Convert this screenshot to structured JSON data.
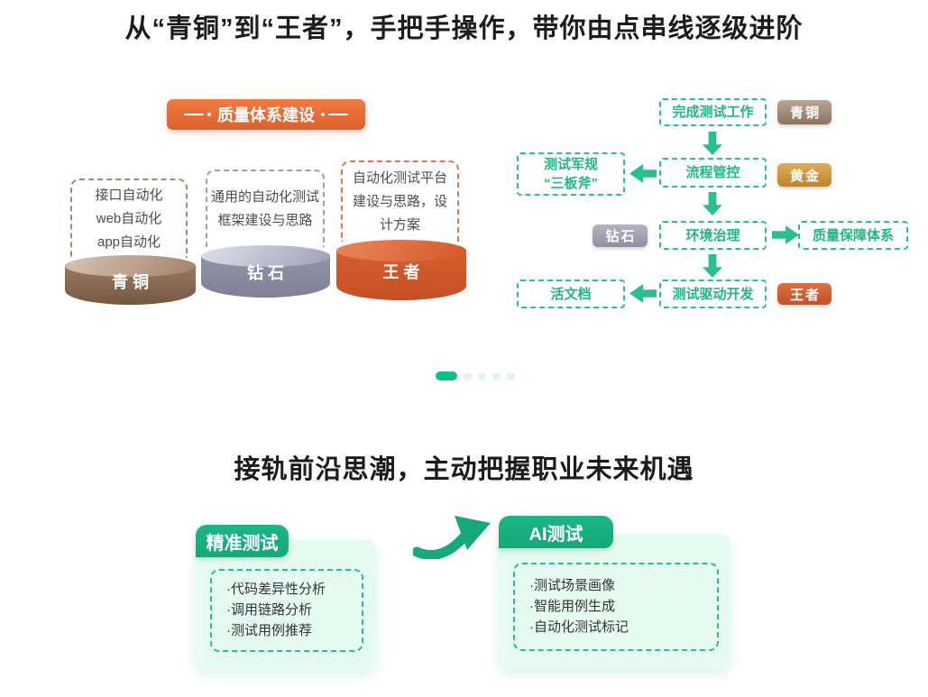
{
  "section1": {
    "title": "从“青铜”到“王者”，手把手操作，带你由点串线逐级进阶",
    "ribbon": {
      "label": "质量体系建设"
    },
    "tiers": [
      {
        "name": "青铜",
        "lines": [
          "接口自动化",
          "web自动化",
          "app自动化"
        ]
      },
      {
        "name": "钻石",
        "lines": [
          "通用的自动化测试",
          "框架建设与思路"
        ]
      },
      {
        "name": "王者",
        "lines": [
          "自动化测试平台",
          "建设与思路，设",
          "计方案"
        ]
      }
    ],
    "flow": {
      "n1": "完成测试工作",
      "n2_line1": "测试军规",
      "n2_line2": "“三板斧”",
      "n3": "流程管控",
      "n4": "环境治理",
      "n5": "质量保障体系",
      "n6": "活文档",
      "n7": "测试驱动开发",
      "badges": [
        "青铜",
        "黄金",
        "钻石",
        "王者"
      ]
    }
  },
  "section2": {
    "title": "接轨前沿思潮，主动把握职业未来机遇",
    "cards": [
      {
        "title": "精准测试",
        "items": [
          "·代码差异性分析",
          "·调用链路分析",
          "·测试用例推荐"
        ]
      },
      {
        "title": "AI测试",
        "items": [
          "·测试场景画像",
          "·智能用例生成",
          "·自动化测试标记"
        ]
      }
    ]
  },
  "colors": {
    "accent_green": "#2abf8e",
    "tab_green": "#16ad7d",
    "ribbon_orange": "#e8703a",
    "bronze": "#9b7963",
    "silver": "#9094a8",
    "gold": "#cf9a3c",
    "king": "#d65e2f",
    "card_bg": "#e6fbf2"
  }
}
